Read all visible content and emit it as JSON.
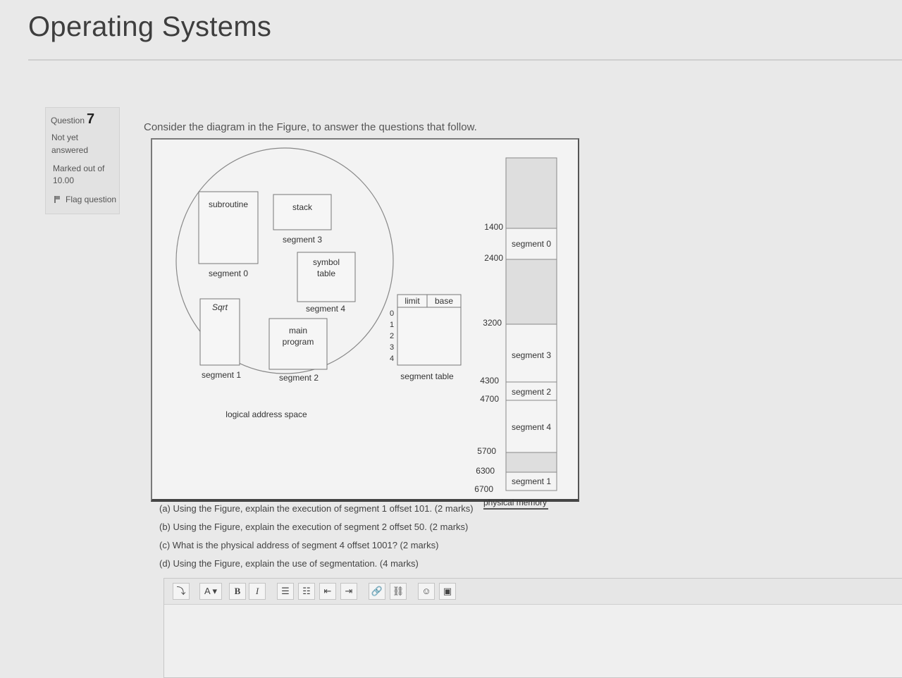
{
  "course": {
    "title": "Operating Systems"
  },
  "question_info": {
    "label": "Question",
    "number": "7",
    "status_line1": "Not yet",
    "status_line2": "answered",
    "marks_line1": "Marked out of",
    "marks_line2": "10.00",
    "flag_label": "Flag question"
  },
  "question": {
    "intro": "Consider the diagram in the Figure, to answer the questions that follow.",
    "parts": [
      "(a) Using the Figure, explain the execution of segment 1 offset 101. (2 marks)",
      "(b) Using the Figure, explain the execution of segment 2 offset 50. (2 marks)",
      "(c) What is the physical address of segment 4 offset 1001? (2 marks)",
      "(d) Using the Figure, explain the use of segmentation. (4 marks)"
    ]
  },
  "figure": {
    "logical": {
      "caption": "logical address space",
      "boxes": [
        {
          "title": "subroutine",
          "label": "segment 0"
        },
        {
          "title": "stack",
          "label": "segment 3"
        },
        {
          "title_line1": "symbol",
          "title_line2": "table",
          "label": "segment 4"
        },
        {
          "title": "Sqrt",
          "label": "segment 1"
        },
        {
          "title_line1": "main",
          "title_line2": "program",
          "label": "segment 2"
        }
      ]
    },
    "segment_table": {
      "caption": "segment table",
      "columns": [
        "limit",
        "base"
      ],
      "rows": [
        "0",
        "1",
        "2",
        "3",
        "4"
      ]
    },
    "physical": {
      "caption": "physical memory",
      "addresses": [
        "1400",
        "2400",
        "3200",
        "4300",
        "4700",
        "5700",
        "6300",
        "6700"
      ],
      "segments": [
        "segment 0",
        "segment 3",
        "segment 2",
        "segment 4",
        "segment 1"
      ]
    }
  },
  "editor": {
    "toolbar": {
      "collapse": "⤵",
      "font": "A ▾",
      "bold": "B",
      "italic": "I",
      "unordered_list": "☰",
      "ordered_list": "☷",
      "outdent": "⇤",
      "indent": "⇥",
      "link": "🔗",
      "unlink": "⛓",
      "emoticon": "☺",
      "image": "▣"
    }
  }
}
